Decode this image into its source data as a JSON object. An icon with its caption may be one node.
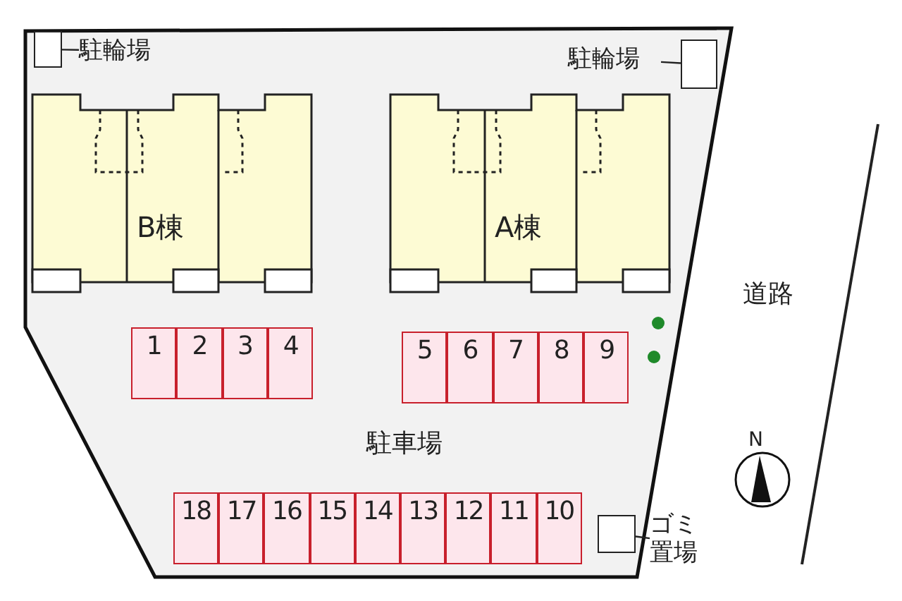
{
  "diagram": {
    "nodes": [
      {
        "text": [],
        "shape": "box"
      },
      {
        "text": [],
        "shape": "box",
        "in": 0
      },
      {
        "text": [
          "駐輪場"
        ],
        "in": 0
      },
      {
        "text": [
          "駐輪場"
        ],
        "in": 0
      },
      {
        "text": [],
        "shape": "box",
        "in": 0
      },
      {
        "text": [
          "B棟"
        ],
        "in": 0
      },
      {
        "text": [
          "A棟"
        ],
        "in": 0
      },
      {
        "text": [
          "1"
        ],
        "in": 0
      },
      {
        "text": [
          "2"
        ],
        "in": 0
      },
      {
        "text": [
          "3"
        ],
        "in": 0
      },
      {
        "text": [
          "4"
        ],
        "in": 0
      },
      {
        "text": [
          "5"
        ],
        "in": 0
      },
      {
        "text": [
          "6"
        ],
        "in": 0
      },
      {
        "text": [
          "7"
        ],
        "in": 0
      },
      {
        "text": [
          "8"
        ],
        "in": 0
      },
      {
        "text": [
          "9"
        ],
        "in": 0
      },
      {
        "text": [
          "18"
        ],
        "in": 0
      },
      {
        "text": [
          "17"
        ],
        "in": 0
      },
      {
        "text": [
          "16"
        ],
        "in": 0
      },
      {
        "text": [
          "15"
        ],
        "in": 0
      },
      {
        "text": [
          "14"
        ],
        "in": 0
      },
      {
        "text": [
          "13"
        ],
        "in": 0
      },
      {
        "text": [
          "12"
        ],
        "in": 0
      },
      {
        "text": [
          "11"
        ],
        "in": 0
      },
      {
        "text": [
          "10"
        ],
        "in": 0
      },
      {
        "text": [],
        "shape": "box",
        "in": 0
      },
      {
        "text": [
          "ゴミ置場"
        ]
      }
    ],
    "edges": [
      {
        "from": 2,
        "to": 1,
        "arrow": "none"
      },
      {
        "from": 3,
        "to": 4,
        "arrow": "none"
      },
      {
        "from": 26,
        "to": 25,
        "arrow": "none"
      }
    ],
    "labels": [
      "駐車場",
      "道路",
      "N"
    ]
  }
}
